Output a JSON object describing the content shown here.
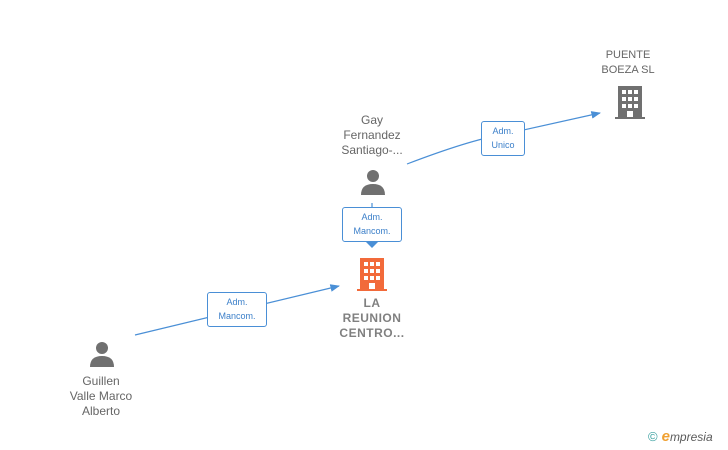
{
  "nodes": {
    "main": {
      "lines": [
        "LA",
        "REUNION",
        "CENTRO..."
      ],
      "color": "#f26a3a"
    },
    "puente": {
      "lines": [
        "PUENTE",
        "BOEZA SL"
      ],
      "color": "#707070"
    },
    "gay": {
      "lines": [
        "Gay",
        "Fernandez",
        "Santiago-..."
      ],
      "color": "#707070"
    },
    "guillen": {
      "lines": [
        "Guillen",
        "Valle Marco",
        "Alberto"
      ],
      "color": "#707070"
    }
  },
  "edges": {
    "gay_to_puente": [
      "Adm.",
      "Unico"
    ],
    "gay_to_main": [
      "Adm.",
      "Mancom."
    ],
    "guillen_to_main": [
      "Adm.",
      "Mancom."
    ]
  },
  "colors": {
    "edge": "#4a8fd6",
    "edge_label_text": "#3b7fc9"
  },
  "brand": {
    "copyright": "©",
    "initial": "e",
    "name": "mpresia"
  }
}
